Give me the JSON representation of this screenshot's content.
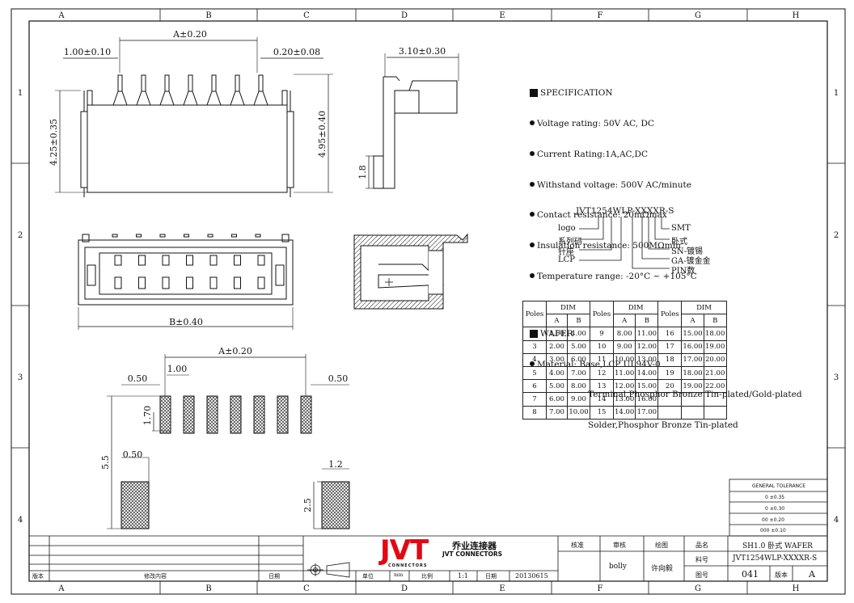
{
  "grid": {
    "columns": [
      "A",
      "B",
      "C",
      "D",
      "E",
      "F",
      "G",
      "H"
    ],
    "rows": [
      "1",
      "2",
      "3",
      "4"
    ]
  },
  "dimensions": {
    "top_pitch": "1.00±0.10",
    "top_a": "A±0.20",
    "top_pin_width": "0.20±0.08",
    "left_height": "4.25±0.35",
    "right_height": "4.95±0.40",
    "side_width": "3.10±0.30",
    "side_height": "1.8",
    "front_b": "B±0.40",
    "pad_a": "A±0.20",
    "pad_pitch": "1.00",
    "pad_margin_left": "0.50",
    "pad_margin_right": "0.50",
    "pad_len": "1.70",
    "pad_gap": "0.50",
    "pad_total": "5.5",
    "mount_w": "1.2",
    "mount_h": "2.5"
  },
  "spec": {
    "title": "SPECIFICATION",
    "items": [
      "Voltage rating: 50V AC, DC",
      "Current Rating:1A,AC,DC",
      "Withstand voltage: 500V AC/minute",
      "Contact resistance: 20mΩmax",
      "Insulation resistance: 500MΩmin",
      "Temperature range: -20°C ~ +105°C"
    ],
    "wafer_title": "WAFER",
    "material_label": "Material:",
    "material_lines": [
      "Base,LCP UL94V-0",
      "Terminal,Phosphor Bronze Tin-plated/Gold-plated",
      "Solder,Phosphor Bronze Tin-plated"
    ]
  },
  "part_number": {
    "code": "JVT1254WLP-XXXXR-S",
    "left_labels": [
      "logo",
      "系列码",
      "针座",
      "LCP"
    ],
    "right_labels": [
      "SMT",
      "卧式",
      "SN-镀锡",
      "GA-镀金金",
      "PIN数"
    ]
  },
  "dim_table": {
    "headers": {
      "poles": "Poles",
      "dim": "DIM",
      "a": "A",
      "b": "B"
    },
    "col1": [
      [
        "2",
        "1.00",
        "4.00"
      ],
      [
        "3",
        "2.00",
        "5.00"
      ],
      [
        "4",
        "3.00",
        "6.00"
      ],
      [
        "5",
        "4.00",
        "7.00"
      ],
      [
        "6",
        "5.00",
        "8.00"
      ],
      [
        "7",
        "6.00",
        "9.00"
      ],
      [
        "8",
        "7.00",
        "10.00"
      ]
    ],
    "col2": [
      [
        "9",
        "8.00",
        "11.00"
      ],
      [
        "10",
        "9.00",
        "12.00"
      ],
      [
        "11",
        "10.00",
        "13.00"
      ],
      [
        "12",
        "11.00",
        "14.00"
      ],
      [
        "13",
        "12.00",
        "15.00"
      ],
      [
        "14",
        "13.00",
        "16.00"
      ],
      [
        "15",
        "14.00",
        "17.00"
      ]
    ],
    "col3": [
      [
        "16",
        "15.00",
        "18.00"
      ],
      [
        "17",
        "16.00",
        "19.00"
      ],
      [
        "18",
        "17.00",
        "20.00"
      ],
      [
        "19",
        "18.00",
        "21.00"
      ],
      [
        "20",
        "19.00",
        "22.00"
      ],
      [
        "",
        "",
        " "
      ],
      [
        "",
        "",
        " "
      ]
    ]
  },
  "tolerance": {
    "title": "GENERAL TOLERANCE",
    "rows": [
      "0  ±0.35",
      "0  ±0.30",
      "00  ±0.20",
      "000  ±0.10"
    ]
  },
  "title_block": {
    "logo": "JVT",
    "company_cn": "乔业连接器",
    "company_en": "JVT CONNECTORS",
    "logo_sub": "CONNECTORS",
    "labels_bottom": [
      "版本",
      "修改内容",
      "日期",
      "单位",
      "mm",
      "比例",
      "1:1",
      "日期",
      "20130615"
    ],
    "approve": "核准",
    "review": "审核",
    "draw": "绘图",
    "reviewer": "bolly",
    "drawer": "许向毅",
    "name_label": "品名",
    "name": "SH1.0 卧式 WAFER",
    "part_label": "料号",
    "part": "JVT1254WLP-XXXXR-S",
    "drawing_label": "图号",
    "drawing_no": "041",
    "rev_label": "版本",
    "rev": "A"
  }
}
